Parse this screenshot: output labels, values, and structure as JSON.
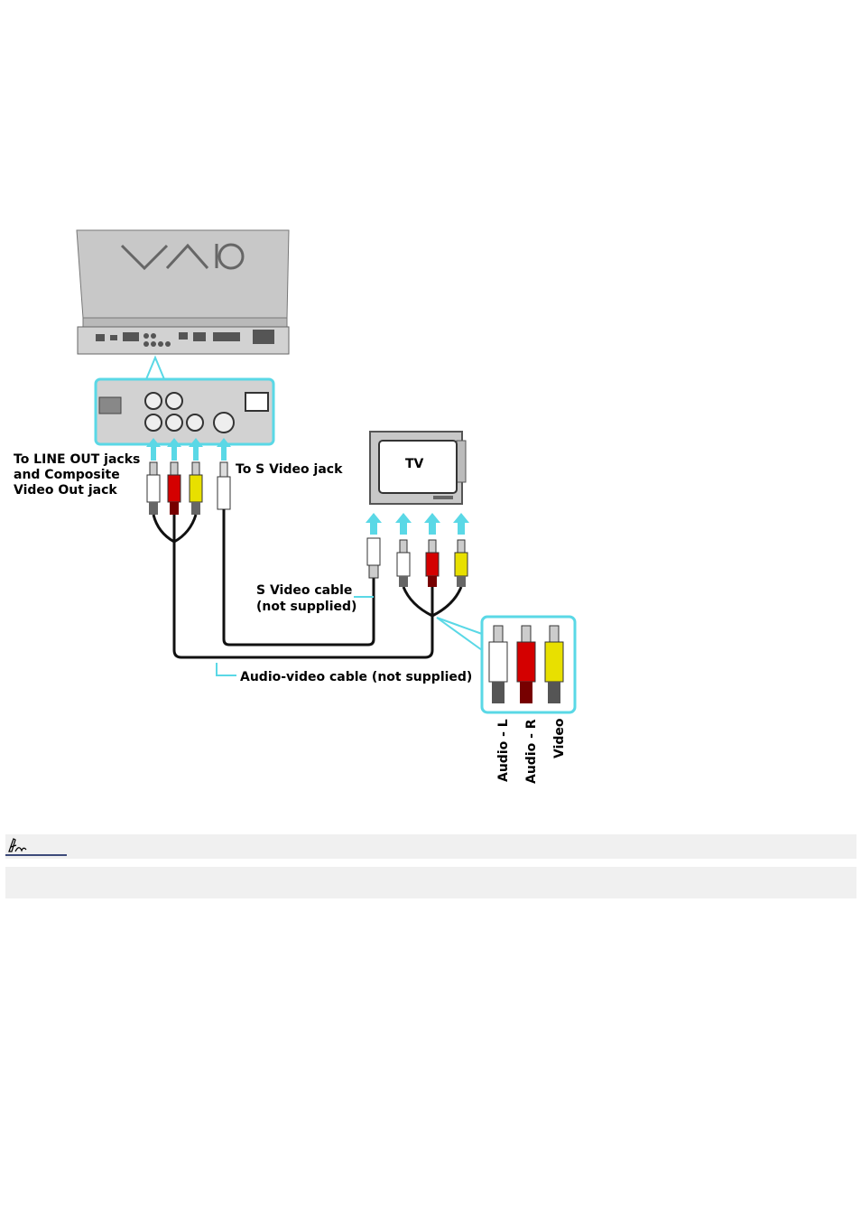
{
  "labels": {
    "line_out_1": "To LINE OUT jacks",
    "line_out_2": "and Composite",
    "line_out_3": "Video Out jack",
    "s_video_jack": "To S Video jack",
    "tv": "TV",
    "s_video_cable_1": "S Video cable",
    "s_video_cable_2": "(not supplied)",
    "av_cable": "Audio-video cable (not supplied)",
    "audio_l": "Audio - L",
    "audio_r": "Audio - R",
    "video": "Video"
  },
  "icons": {
    "note": "note-pencil-icon",
    "arrow": "up-arrow-icon"
  },
  "colors": {
    "highlight": "#5ad8e6",
    "audio_left_plug": "#ffffff",
    "audio_right_plug": "#d40000",
    "video_plug": "#e8e000",
    "cable": "#111111",
    "laptop": "#c8c8c8"
  }
}
